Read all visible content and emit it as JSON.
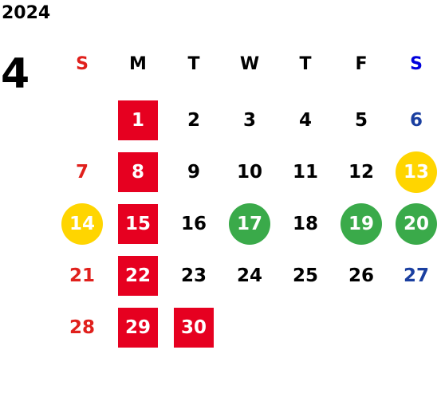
{
  "year": "2024",
  "month": "4",
  "colors": {
    "sunday": "#e0201c",
    "saturday": "#1a3fa0",
    "saturday_header": "#0000dd",
    "rect_highlight": "#e60020",
    "circle_yellow": "#ffd500",
    "circle_green": "#3aaa4a"
  },
  "weekdays": [
    "S",
    "M",
    "T",
    "W",
    "T",
    "F",
    "S"
  ],
  "first_weekday_index": 1,
  "days_in_month": 30,
  "highlights": {
    "rect": [
      1,
      8,
      15,
      22,
      29,
      30
    ],
    "circle_yellow": [
      13,
      14
    ],
    "circle_green": [
      17,
      19,
      20
    ]
  }
}
